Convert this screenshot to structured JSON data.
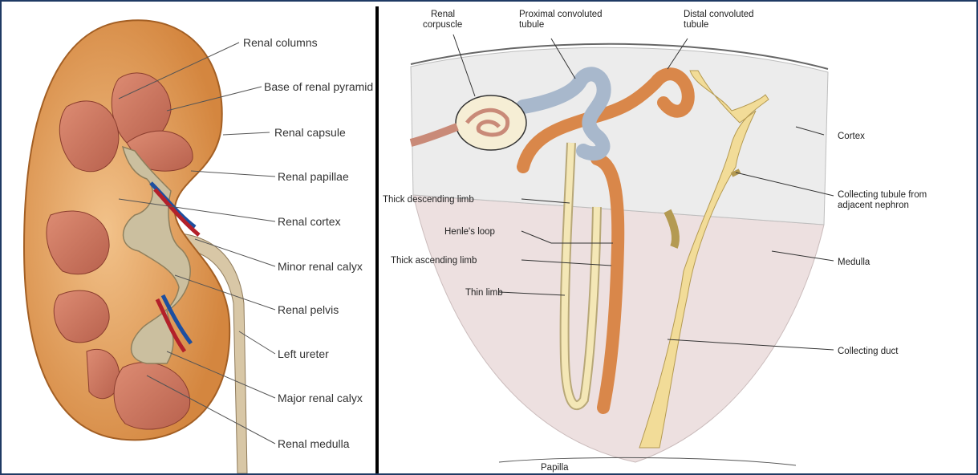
{
  "left_labels": [
    "Renal columns",
    "Base of renal pyramid",
    "Renal capsule",
    "Renal papillae",
    "Renal cortex",
    "Minor renal calyx",
    "Renal pelvis",
    "Left ureter",
    "Major renal calyx",
    "Renal medulla"
  ],
  "right_labels": {
    "renal_corpuscle": [
      "Renal",
      "corpuscle"
    ],
    "proximal_tubule": [
      "Proximal convoluted",
      "tubule"
    ],
    "distal_tubule": [
      "Distal convoluted",
      "tubule"
    ],
    "cortex": "Cortex",
    "collecting_tubule": [
      "Collecting tubule from",
      "adjacent nephron"
    ],
    "thick_descending": "Thick descending limb",
    "henles_loop": "Henle's loop",
    "thick_ascending": "Thick ascending limb",
    "thin_limb": "Thin limb",
    "medulla": "Medulla",
    "collecting_duct": "Collecting duct",
    "papilla": "Papilla"
  },
  "colors": {
    "frame": "#1f3a64",
    "cortex": "#d98f4a",
    "pyramid": "#c9755e",
    "pelvis": "#c9bba0",
    "proximal_tubule": "#a8b8cc",
    "distal_tubule": "#d9874a",
    "collecting_duct": "#f2dc98"
  }
}
